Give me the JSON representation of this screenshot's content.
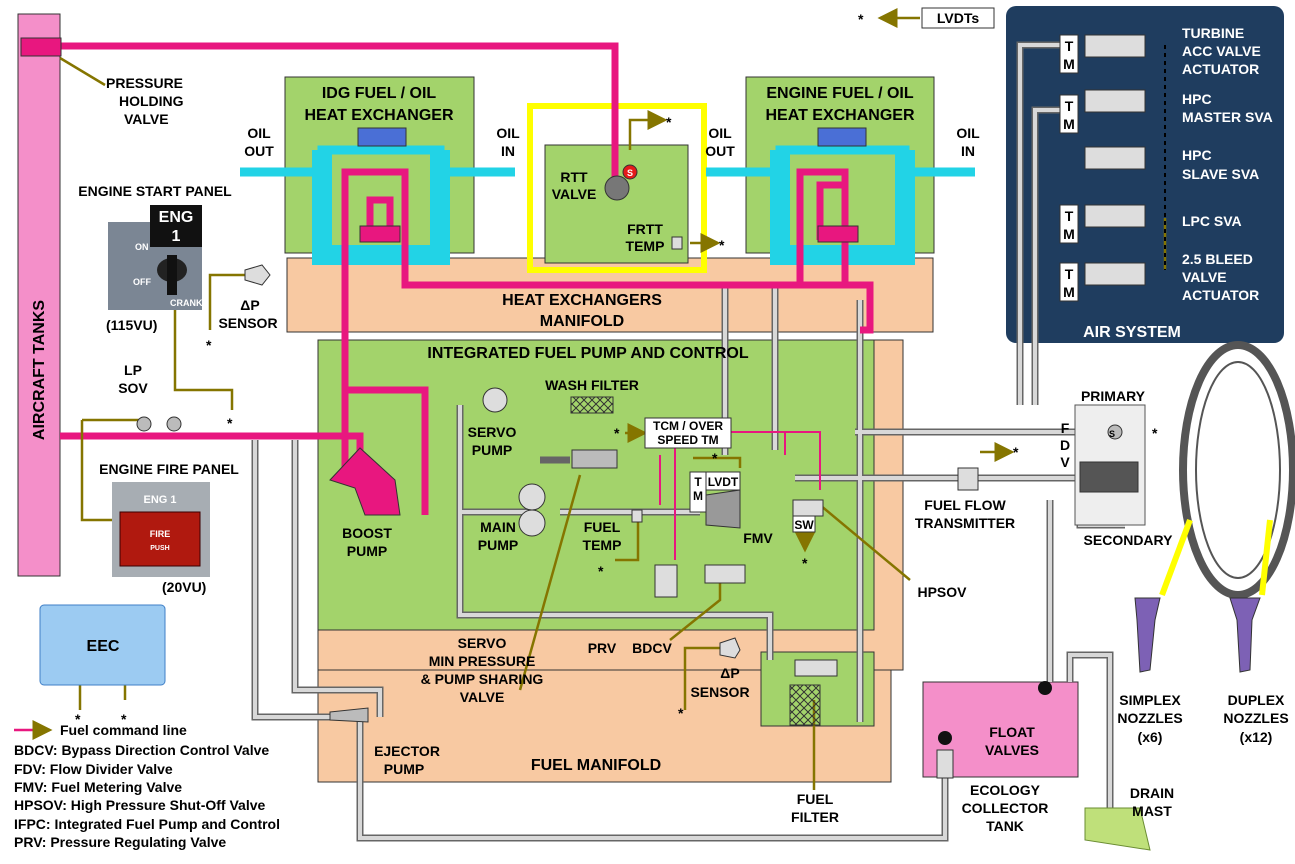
{
  "labels": {
    "aircraft_tanks": "AIRCRAFT TANKS",
    "pressure_holding_valve": [
      "PRESSURE",
      "HOLDING",
      "VALVE"
    ],
    "idg_hx": [
      "IDG FUEL / OIL",
      "HEAT EXCHANGER"
    ],
    "engine_hx": [
      "ENGINE FUEL / OIL",
      "HEAT EXCHANGER"
    ],
    "oil_out": [
      "OIL",
      "OUT"
    ],
    "oil_in": [
      "OIL",
      "IN"
    ],
    "rtt_valve": [
      "RTT",
      "VALVE"
    ],
    "frtt_temp": [
      "FRTT",
      "TEMP"
    ],
    "hx_manifold": [
      "HEAT EXCHANGERS",
      "MANIFOLD"
    ],
    "engine_start_panel": "ENGINE START PANEL",
    "eng": "ENG",
    "eng_num": "1",
    "on": "ON",
    "off": "OFF",
    "crank": "CRANK",
    "vu115": "(115VU)",
    "dp_sensor": [
      "ΔP",
      "SENSOR"
    ],
    "lp_sov": [
      "LP",
      "SOV"
    ],
    "ifpc_title": "INTEGRATED FUEL PUMP AND CONTROL",
    "wash_filter": "WASH FILTER",
    "servo_pump": [
      "SERVO",
      "PUMP"
    ],
    "tcm": [
      "TCM / OVER",
      "SPEED TM"
    ],
    "tm": [
      "T",
      "M"
    ],
    "lvdt": "LVDT",
    "main_pump": [
      "MAIN",
      "PUMP"
    ],
    "fuel_temp": [
      "FUEL",
      "TEMP"
    ],
    "fmv": "FMV",
    "sw": "SW",
    "hpsov": "HPSOV",
    "boost_pump": [
      "BOOST",
      "PUMP"
    ],
    "engine_fire_panel": "ENGINE FIRE PANEL",
    "eng1": "ENG 1",
    "fire": "FIRE",
    "push": "PUSH",
    "vu20": "(20VU)",
    "eec": "EEC",
    "servo_valve": [
      "SERVO",
      "MIN PRESSURE",
      "& PUMP SHARING",
      "VALVE"
    ],
    "prv": "PRV",
    "bdcv": "BDCV",
    "ejector_pump": [
      "EJECTOR",
      "PUMP"
    ],
    "fuel_manifold": "FUEL MANIFOLD",
    "fuel_filter": [
      "FUEL",
      "FILTER"
    ],
    "lvdts": "LVDTs",
    "air_system": "AIR SYSTEM",
    "turbine_acc": [
      "TURBINE",
      "ACC VALVE",
      "ACTUATOR"
    ],
    "hpc_master": [
      "HPC",
      "MASTER SVA"
    ],
    "hpc_slave": [
      "HPC",
      "SLAVE SVA"
    ],
    "lpc_sva": "LPC SVA",
    "bleed": [
      "2.5 BLEED",
      "VALVE",
      "ACTUATOR"
    ],
    "primary": "PRIMARY",
    "fdv": [
      "F",
      "D",
      "V"
    ],
    "secondary": "SECONDARY",
    "fuel_flow_tx": [
      "FUEL FLOW",
      "TRANSMITTER"
    ],
    "simplex": [
      "SIMPLEX",
      "NOZZLES",
      "(x6)"
    ],
    "duplex": [
      "DUPLEX",
      "NOZZLES",
      "(x12)"
    ],
    "float_valves": [
      "FLOAT",
      "VALVES"
    ],
    "ecology_tank": [
      "ECOLOGY",
      "COLLECTOR",
      "TANK"
    ],
    "drain_mast": [
      "DRAIN",
      "MAST"
    ],
    "s": "S",
    "star": "*"
  },
  "legend": {
    "fuel_command_line": "Fuel command line",
    "items": [
      "BDCV: Bypass Direction Control Valve",
      "FDV: Flow Divider Valve",
      "FMV: Fuel Metering Valve",
      "HPSOV: High Pressure Shut-Off Valve",
      "IFPC: Integrated Fuel Pump and Control",
      "PRV: Pressure Regulating Valve"
    ]
  },
  "colors": {
    "fuel_line": "#e8177f",
    "oil_line": "#22d3e6",
    "hx_green": "#a3d36b",
    "manifold_tan": "#f8c9a2",
    "air_blue": "#1f3d5f",
    "signal_olive": "#857500",
    "highlight_yellow": "#ffff00",
    "tank_pink": "#f48fc9"
  }
}
